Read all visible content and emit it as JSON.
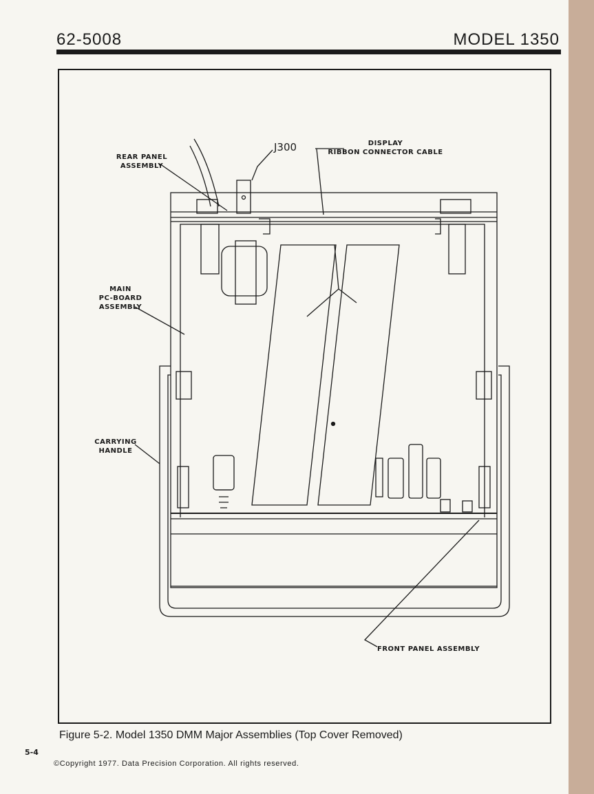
{
  "header": {
    "doc_number": "62-5008",
    "model": "MODEL 1350"
  },
  "figure": {
    "labels": {
      "rear_panel_1": "REAR PANEL",
      "rear_panel_2": "ASSEMBLY",
      "j300": "J300",
      "display_1": "DISPLAY",
      "display_2": "RIBBON CONNECTOR CABLE",
      "main_1": "MAIN",
      "main_2": "PC-BOARD",
      "main_3": "ASSEMBLY",
      "handle_1": "CARRYING",
      "handle_2": "HANDLE",
      "front_panel": "FRONT PANEL ASSEMBLY"
    },
    "caption": "Figure 5-2.  Model 1350 DMM Major Assemblies (Top Cover Removed)"
  },
  "footer": {
    "page_number": "5-4",
    "copyright": "©Copyright 1977. Data Precision Corporation. All rights reserved."
  }
}
